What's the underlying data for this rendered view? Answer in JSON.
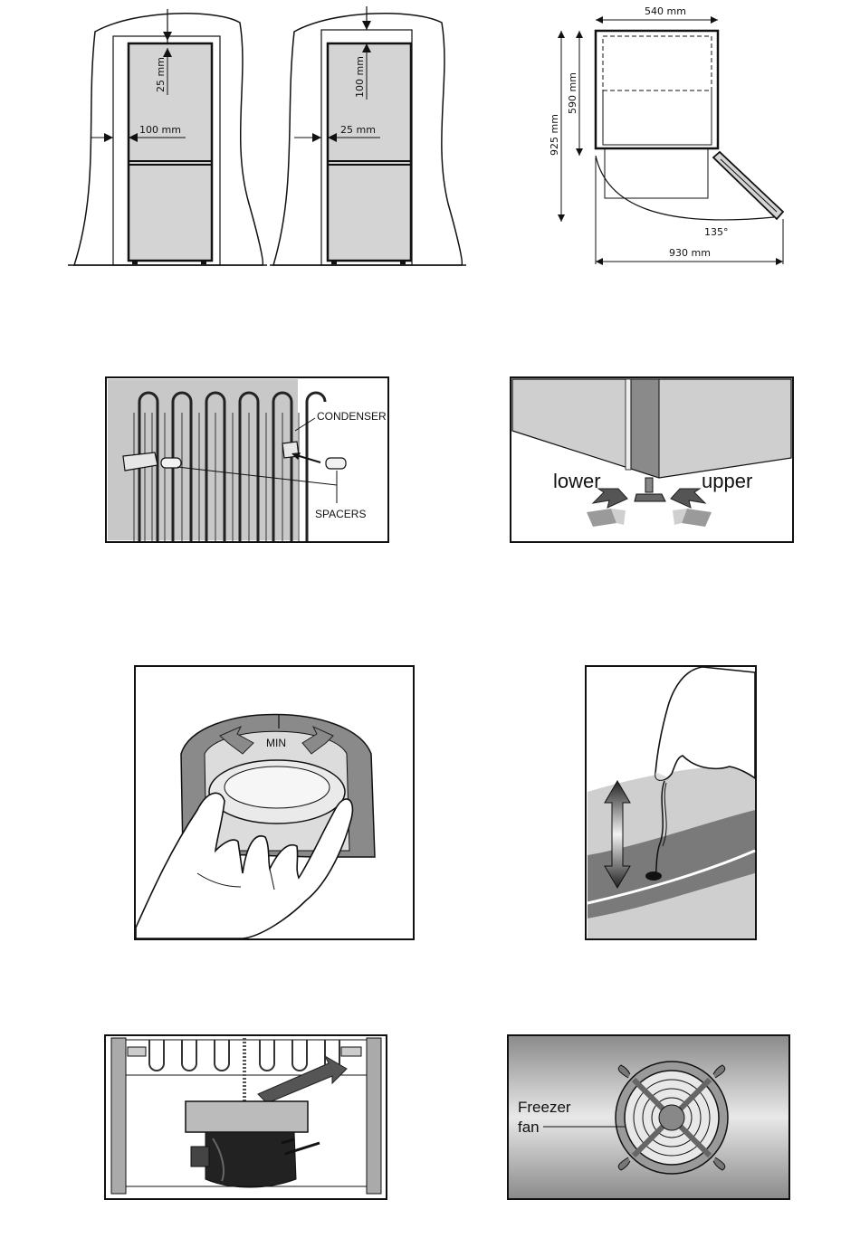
{
  "clearance": {
    "left": {
      "top_gap": "25 mm",
      "side_gap": "100 mm"
    },
    "right": {
      "top_gap": "100 mm",
      "side_gap": "25 mm"
    }
  },
  "door_swing": {
    "width": "540 mm",
    "depth": "590 mm",
    "depth_open": "925 mm",
    "angle": "135°",
    "total_width": "930 mm"
  },
  "condenser": {
    "condenser_label": "CONDENSER",
    "spacers_label": "SPACERS"
  },
  "feet": {
    "lower_label": "lower",
    "upper_label": "upper"
  },
  "thermostat": {
    "min_label": "MIN"
  },
  "drain": {},
  "compressor": {},
  "fan": {
    "label_line1": "Freezer",
    "label_line2": "fan"
  },
  "colors": {
    "panel_gray": "#cfcfcf",
    "dark_gray": "#7a7a7a",
    "line": "#111111"
  }
}
